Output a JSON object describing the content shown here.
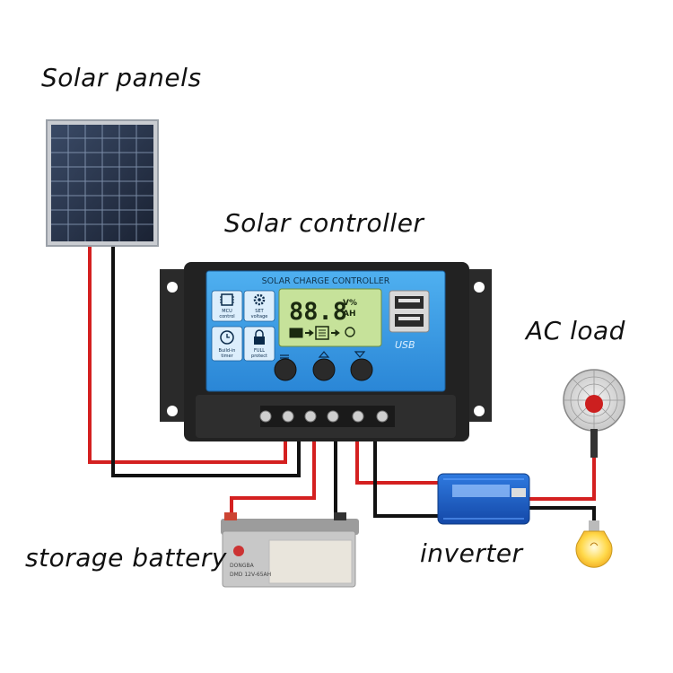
{
  "labels": {
    "solar_panels": "Solar panels",
    "solar_controller": "Solar controller",
    "ac_load": "AC load",
    "storage_battery": "storage battery",
    "inverter": "inverter"
  },
  "controller": {
    "header": "SOLAR CHARGE CONTROLLER",
    "lcd_value": "88.8",
    "lcd_unit_top": "V%",
    "lcd_unit_bottom": "AH",
    "usb_label": "USB",
    "features": [
      {
        "line1": "MCU",
        "line2": "control",
        "icon": "chip-icon"
      },
      {
        "line1": "SET",
        "line2": "voltage",
        "icon": "gear-icon"
      },
      {
        "line1": "Build-in",
        "line2": "timer",
        "icon": "clock-icon"
      },
      {
        "line1": "FULL",
        "line2": "protect",
        "icon": "lock-icon"
      }
    ]
  },
  "battery": {
    "brand": "DONGBA",
    "model": "DMD 12V-65AH"
  },
  "colors": {
    "wire_red": "#d42020",
    "wire_black": "#111111",
    "controller_blue": "#3a9be6",
    "controller_body": "#222222",
    "lcd": "#cde6a0",
    "inverter_blue": "#1f64c8"
  }
}
